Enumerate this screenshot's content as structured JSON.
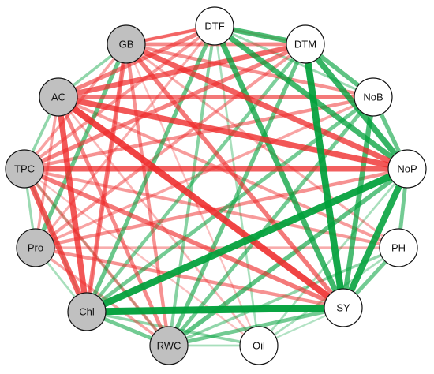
{
  "colors": {
    "positive": "#00a03a",
    "negative": "#ee2a2a",
    "grey_node": "#c0c0c0",
    "white_node": "#ffffff"
  },
  "nodes": [
    {
      "id": "DTF",
      "label": "DTF",
      "fill": "white"
    },
    {
      "id": "DTM",
      "label": "DTM",
      "fill": "white"
    },
    {
      "id": "NoB",
      "label": "NoB",
      "fill": "white"
    },
    {
      "id": "NoP",
      "label": "NoP",
      "fill": "white"
    },
    {
      "id": "PH",
      "label": "PH",
      "fill": "white"
    },
    {
      "id": "SY",
      "label": "SY",
      "fill": "white"
    },
    {
      "id": "Oil",
      "label": "Oil",
      "fill": "white"
    },
    {
      "id": "RWC",
      "label": "RWC",
      "fill": "grey"
    },
    {
      "id": "Chl",
      "label": "Chl",
      "fill": "grey"
    },
    {
      "id": "Pro",
      "label": "Pro",
      "fill": "grey"
    },
    {
      "id": "TPC",
      "label": "TPC",
      "fill": "grey"
    },
    {
      "id": "AC",
      "label": "AC",
      "fill": "grey"
    },
    {
      "id": "GB",
      "label": "GB",
      "fill": "grey"
    }
  ],
  "edges": [
    {
      "from": "Chl",
      "to": "SY",
      "sign": "positive",
      "strength": 0.95
    },
    {
      "from": "Chl",
      "to": "NoP",
      "sign": "positive",
      "strength": 0.92
    },
    {
      "from": "SY",
      "to": "DTM",
      "sign": "positive",
      "strength": 0.9
    },
    {
      "from": "SY",
      "to": "NoP",
      "sign": "positive",
      "strength": 0.85
    },
    {
      "from": "NoP",
      "to": "DTM",
      "sign": "positive",
      "strength": 0.75
    },
    {
      "from": "NoP",
      "to": "DTF",
      "sign": "positive",
      "strength": 0.7
    },
    {
      "from": "SY",
      "to": "DTF",
      "sign": "positive",
      "strength": 0.7
    },
    {
      "from": "DTF",
      "to": "DTM",
      "sign": "positive",
      "strength": 0.65
    },
    {
      "from": "SY",
      "to": "NoB",
      "sign": "positive",
      "strength": 0.65
    },
    {
      "from": "NoB",
      "to": "DTM",
      "sign": "positive",
      "strength": 0.55
    },
    {
      "from": "NoP",
      "to": "NoB",
      "sign": "positive",
      "strength": 0.5
    },
    {
      "from": "NoP",
      "to": "PH",
      "sign": "positive",
      "strength": 0.45
    },
    {
      "from": "SY",
      "to": "PH",
      "sign": "positive",
      "strength": 0.45
    },
    {
      "from": "RWC",
      "to": "NoP",
      "sign": "positive",
      "strength": 0.55
    },
    {
      "from": "RWC",
      "to": "DTM",
      "sign": "positive",
      "strength": 0.5
    },
    {
      "from": "RWC",
      "to": "SY",
      "sign": "positive",
      "strength": 0.45
    },
    {
      "from": "RWC",
      "to": "NoB",
      "sign": "positive",
      "strength": 0.45
    },
    {
      "from": "Chl",
      "to": "DTF",
      "sign": "positive",
      "strength": 0.5
    },
    {
      "from": "Chl",
      "to": "NoB",
      "sign": "positive",
      "strength": 0.45
    },
    {
      "from": "Chl",
      "to": "RWC",
      "sign": "positive",
      "strength": 0.45
    },
    {
      "from": "RWC",
      "to": "DTF",
      "sign": "positive",
      "strength": 0.35
    },
    {
      "from": "Chl",
      "to": "Oil",
      "sign": "positive",
      "strength": 0.3
    },
    {
      "from": "Chl",
      "to": "DTM",
      "sign": "positive",
      "strength": 0.4
    },
    {
      "from": "RWC",
      "to": "PH",
      "sign": "positive",
      "strength": 0.3
    },
    {
      "from": "RWC",
      "to": "Oil",
      "sign": "positive",
      "strength": 0.2
    },
    {
      "from": "Oil",
      "to": "NoP",
      "sign": "positive",
      "strength": 0.2
    },
    {
      "from": "Oil",
      "to": "DTF",
      "sign": "positive",
      "strength": 0.2
    },
    {
      "from": "Oil",
      "to": "SY",
      "sign": "positive",
      "strength": 0.15
    },
    {
      "from": "GB",
      "to": "Pro",
      "sign": "positive",
      "strength": 0.5
    },
    {
      "from": "GB",
      "to": "AC",
      "sign": "positive",
      "strength": 0.3
    },
    {
      "from": "AC",
      "to": "TPC",
      "sign": "positive",
      "strength": 0.3
    },
    {
      "from": "TPC",
      "to": "Pro",
      "sign": "positive",
      "strength": 0.25
    },
    {
      "from": "Pro",
      "to": "Chl",
      "sign": "positive",
      "strength": 0.2
    },
    {
      "from": "TPC",
      "to": "RWC",
      "sign": "positive",
      "strength": 0.2
    },
    {
      "from": "TPC",
      "to": "Chl",
      "sign": "positive",
      "strength": 0.15
    },
    {
      "from": "DTF",
      "to": "NoB",
      "sign": "positive",
      "strength": 0.25
    },
    {
      "from": "PH",
      "to": "Oil",
      "sign": "positive",
      "strength": 0.2
    },
    {
      "from": "AC",
      "to": "SY",
      "sign": "negative",
      "strength": 0.85
    },
    {
      "from": "AC",
      "to": "Chl",
      "sign": "negative",
      "strength": 0.75
    },
    {
      "from": "AC",
      "to": "NoP",
      "sign": "negative",
      "strength": 0.75
    },
    {
      "from": "TPC",
      "to": "NoP",
      "sign": "negative",
      "strength": 0.7
    },
    {
      "from": "TPC",
      "to": "Chl",
      "sign": "negative",
      "strength": 0.7
    },
    {
      "from": "GB",
      "to": "NoP",
      "sign": "negative",
      "strength": 0.7
    },
    {
      "from": "AC",
      "to": "DTM",
      "sign": "negative",
      "strength": 0.65
    },
    {
      "from": "GB",
      "to": "SY",
      "sign": "negative",
      "strength": 0.55
    },
    {
      "from": "GB",
      "to": "Chl",
      "sign": "negative",
      "strength": 0.55
    },
    {
      "from": "TPC",
      "to": "SY",
      "sign": "negative",
      "strength": 0.55
    },
    {
      "from": "AC",
      "to": "NoB",
      "sign": "negative",
      "strength": 0.55
    },
    {
      "from": "TPC",
      "to": "DTM",
      "sign": "negative",
      "strength": 0.5
    },
    {
      "from": "AC",
      "to": "DTF",
      "sign": "negative",
      "strength": 0.5
    },
    {
      "from": "AC",
      "to": "RWC",
      "sign": "negative",
      "strength": 0.45
    },
    {
      "from": "GB",
      "to": "DTM",
      "sign": "negative",
      "strength": 0.45
    },
    {
      "from": "GB",
      "to": "DTF",
      "sign": "negative",
      "strength": 0.4
    },
    {
      "from": "GB",
      "to": "RWC",
      "sign": "negative",
      "strength": 0.4
    },
    {
      "from": "GB",
      "to": "NoB",
      "sign": "negative",
      "strength": 0.4
    },
    {
      "from": "TPC",
      "to": "NoB",
      "sign": "negative",
      "strength": 0.4
    },
    {
      "from": "Pro",
      "to": "NoP",
      "sign": "negative",
      "strength": 0.4
    },
    {
      "from": "Pro",
      "to": "SY",
      "sign": "negative",
      "strength": 0.4
    },
    {
      "from": "Pro",
      "to": "DTM",
      "sign": "negative",
      "strength": 0.35
    },
    {
      "from": "TPC",
      "to": "DTF",
      "sign": "negative",
      "strength": 0.35
    },
    {
      "from": "TPC",
      "to": "PH",
      "sign": "negative",
      "strength": 0.35
    },
    {
      "from": "TPC",
      "to": "RWC",
      "sign": "negative",
      "strength": 0.35
    },
    {
      "from": "AC",
      "to": "PH",
      "sign": "negative",
      "strength": 0.35
    },
    {
      "from": "Pro",
      "to": "NoB",
      "sign": "negative",
      "strength": 0.3
    },
    {
      "from": "Pro",
      "to": "RWC",
      "sign": "negative",
      "strength": 0.3
    },
    {
      "from": "Pro",
      "to": "DTF",
      "sign": "negative",
      "strength": 0.25
    },
    {
      "from": "Pro",
      "to": "PH",
      "sign": "negative",
      "strength": 0.25
    },
    {
      "from": "GB",
      "to": "PH",
      "sign": "negative",
      "strength": 0.25
    },
    {
      "from": "AC",
      "to": "Pro",
      "sign": "negative",
      "strength": 0.3
    },
    {
      "from": "GB",
      "to": "TPC",
      "sign": "negative",
      "strength": 0.3
    },
    {
      "from": "GB",
      "to": "DTF",
      "sign": "negative",
      "strength": 0.3
    },
    {
      "from": "DTF",
      "to": "DTM",
      "sign": "negative",
      "strength": 0.2
    },
    {
      "from": "Oil",
      "to": "AC",
      "sign": "negative",
      "strength": 0.2
    },
    {
      "from": "Oil",
      "to": "TPC",
      "sign": "negative",
      "strength": 0.15
    },
    {
      "from": "Oil",
      "to": "GB",
      "sign": "negative",
      "strength": 0.15
    },
    {
      "from": "Chl",
      "to": "GB",
      "sign": "negative",
      "strength": 0.15
    }
  ]
}
